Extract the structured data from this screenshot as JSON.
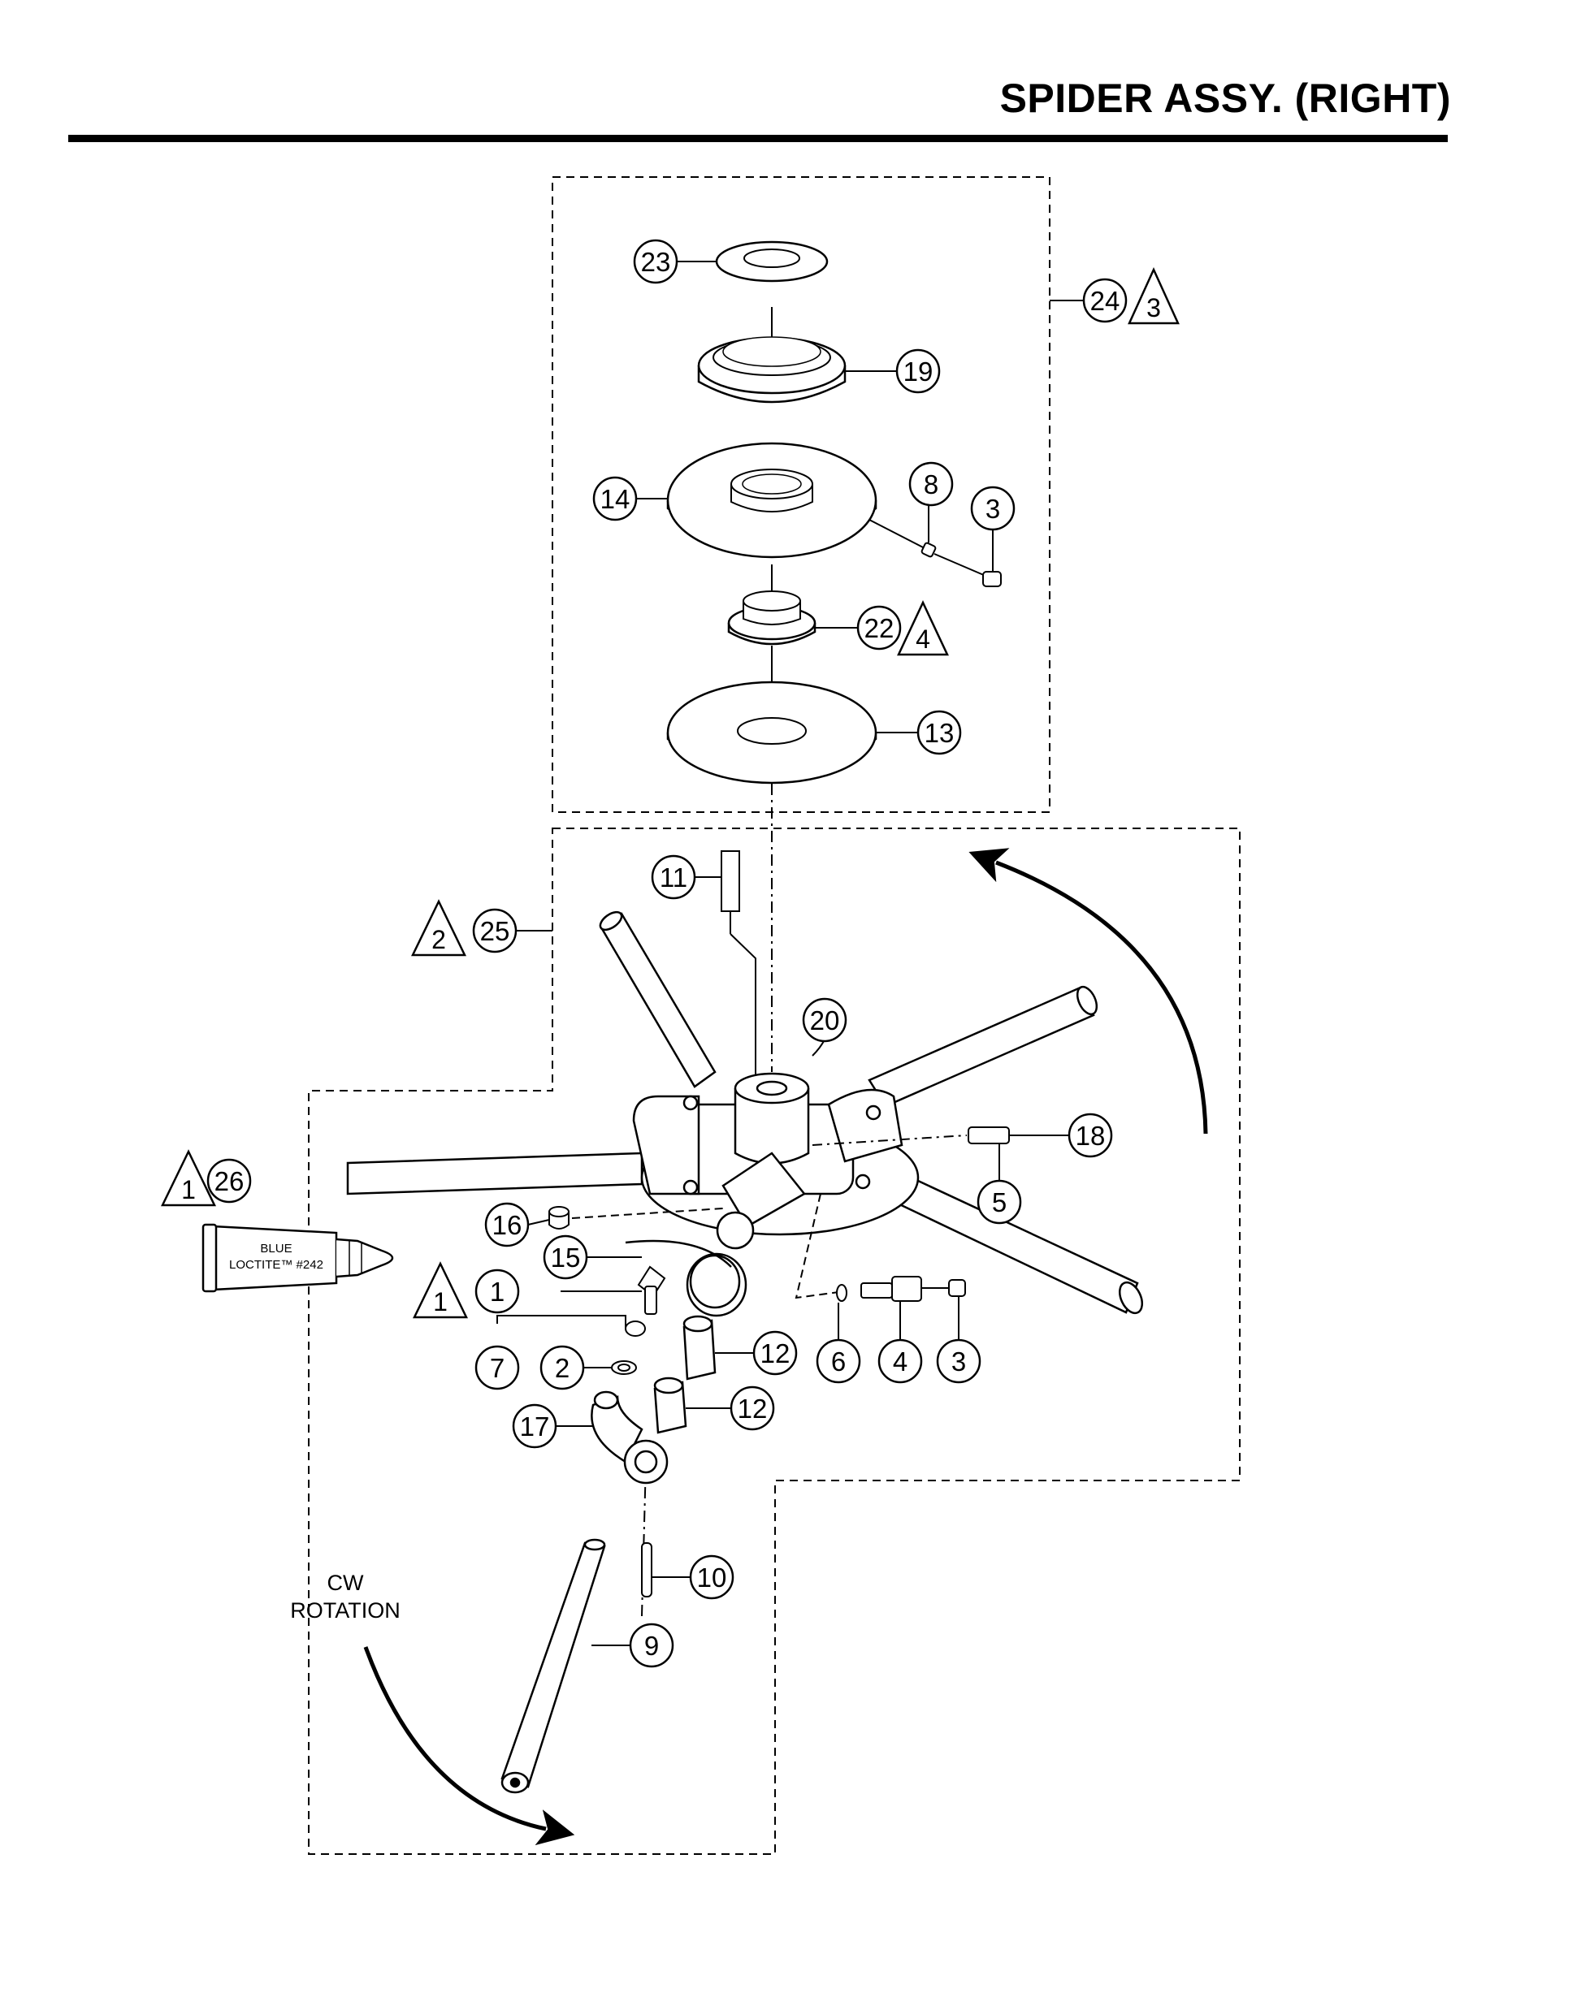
{
  "page": {
    "title": "SPIDER ASSY. (RIGHT)"
  },
  "diagram": {
    "rotation_note": [
      "CW",
      "ROTATION"
    ],
    "loctite_tube": [
      "BLUE",
      "LOCTITE™ #242"
    ],
    "callouts": [
      {
        "id": "c23",
        "label": "23"
      },
      {
        "id": "c24",
        "label": "24"
      },
      {
        "id": "c19",
        "label": "19"
      },
      {
        "id": "c14",
        "label": "14"
      },
      {
        "id": "c8",
        "label": "8"
      },
      {
        "id": "c3a",
        "label": "3"
      },
      {
        "id": "c22",
        "label": "22"
      },
      {
        "id": "c13",
        "label": "13"
      },
      {
        "id": "c11",
        "label": "11"
      },
      {
        "id": "c25",
        "label": "25"
      },
      {
        "id": "c20",
        "label": "20"
      },
      {
        "id": "c18",
        "label": "18"
      },
      {
        "id": "c5",
        "label": "5"
      },
      {
        "id": "c26",
        "label": "26"
      },
      {
        "id": "c16",
        "label": "16"
      },
      {
        "id": "c15",
        "label": "15"
      },
      {
        "id": "c1",
        "label": "1"
      },
      {
        "id": "c12a",
        "label": "12"
      },
      {
        "id": "c12b",
        "label": "12"
      },
      {
        "id": "c7",
        "label": "7"
      },
      {
        "id": "c2",
        "label": "2"
      },
      {
        "id": "c6",
        "label": "6"
      },
      {
        "id": "c4",
        "label": "4"
      },
      {
        "id": "c3b",
        "label": "3"
      },
      {
        "id": "c17",
        "label": "17"
      },
      {
        "id": "c10",
        "label": "10"
      },
      {
        "id": "c9",
        "label": "9"
      }
    ],
    "note_triangles": [
      {
        "id": "t3",
        "label": "3"
      },
      {
        "id": "t4",
        "label": "4"
      },
      {
        "id": "t2",
        "label": "2"
      },
      {
        "id": "t1a",
        "label": "1"
      },
      {
        "id": "t1b",
        "label": "1"
      }
    ]
  }
}
